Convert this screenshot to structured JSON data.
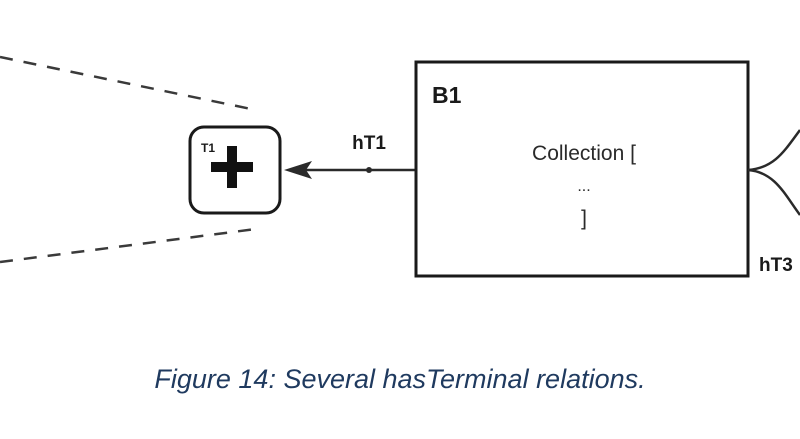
{
  "diagram": {
    "terminal": {
      "label": "T1",
      "symbol": "+"
    },
    "edge_left": {
      "label": "hT1"
    },
    "block": {
      "title": "B1",
      "lines": [
        "Collection [",
        "...",
        "]"
      ]
    },
    "edge_right": {
      "label": "hT3"
    }
  },
  "caption": "Figure 14: Several hasTerminal relations.",
  "colors": {
    "stroke": "#1a1a1a",
    "dashed": "#3a3a3a",
    "caption": "#1f3a5f"
  }
}
